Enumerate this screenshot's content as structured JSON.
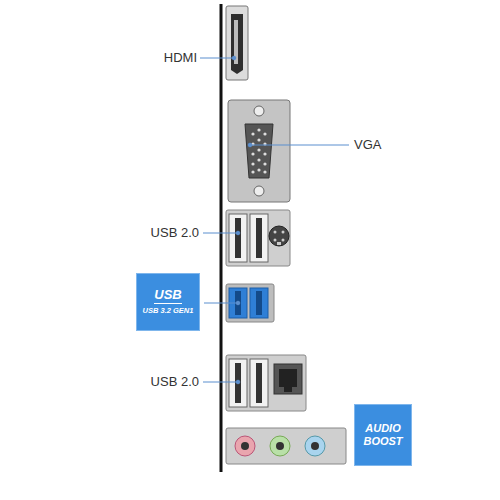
{
  "diagram": {
    "nodes": [
      {
        "text": [
          "USB",
          "USB 3.2 GEN1"
        ]
      },
      {
        "text": [
          "AUDIO BOOST"
        ]
      }
    ],
    "labels": [
      "HDMI",
      "VGA",
      "USB 2.0",
      "USB 2.0"
    ]
  }
}
